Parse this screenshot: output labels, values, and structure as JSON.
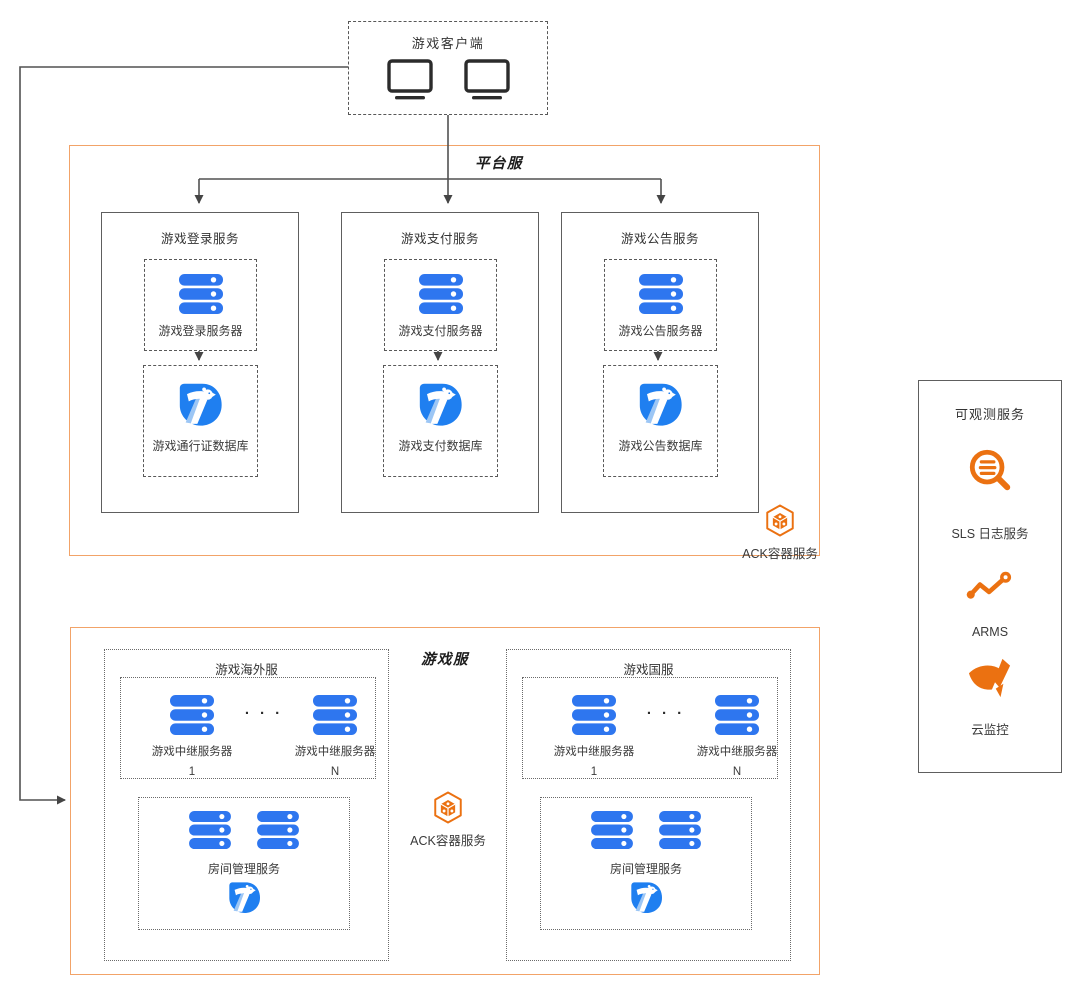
{
  "client": {
    "title": "游戏客户端"
  },
  "platform": {
    "title": "平台服",
    "ack": {
      "label": "ACK容器服务"
    },
    "columns": [
      {
        "title": "游戏登录服务",
        "server_label": "游戏登录服务器",
        "db_label": "游戏通行证数据库"
      },
      {
        "title": "游戏支付服务",
        "server_label": "游戏支付服务器",
        "db_label": "游戏支付数据库"
      },
      {
        "title": "游戏公告服务",
        "server_label": "游戏公告服务器",
        "db_label": "游戏公告数据库"
      }
    ]
  },
  "game": {
    "title": "游戏服",
    "ack": {
      "label": "ACK容器服务"
    },
    "groups": [
      {
        "title": "游戏海外服",
        "relay": {
          "dots": "· · ·",
          "left": {
            "label": "游戏中继服务器",
            "index": "1"
          },
          "right": {
            "label": "游戏中继服务器",
            "index": "N"
          }
        },
        "room": {
          "label": "房间管理服务"
        }
      },
      {
        "title": "游戏国服",
        "relay": {
          "dots": "· · ·",
          "left": {
            "label": "游戏中继服务器",
            "index": "1"
          },
          "right": {
            "label": "游戏中继服务器",
            "index": "N"
          }
        },
        "room": {
          "label": "房间管理服务"
        }
      }
    ]
  },
  "observability": {
    "title": "可观测服务",
    "items": [
      {
        "icon": "sls-log-search-icon",
        "label": "SLS 日志服务"
      },
      {
        "icon": "arms-line-chart-icon",
        "label": "ARMS"
      },
      {
        "icon": "cloud-monitor-gauge-icon",
        "label": "云监控"
      }
    ]
  },
  "icons": {
    "monitor": "monitor-icon",
    "server": "server-stack-icon",
    "database": "polardb-database-icon",
    "ack": "ack-container-service-icon"
  },
  "colors": {
    "section_border_orange": "#F2A368",
    "box_border_gray": "#5E5E5E",
    "server_blue": "#2E76EF",
    "polardb_blue": "#1F7FF0",
    "alibaba_orange": "#EB7111",
    "connector_line": "#4F4F4F",
    "text": "#3F3F3F"
  }
}
